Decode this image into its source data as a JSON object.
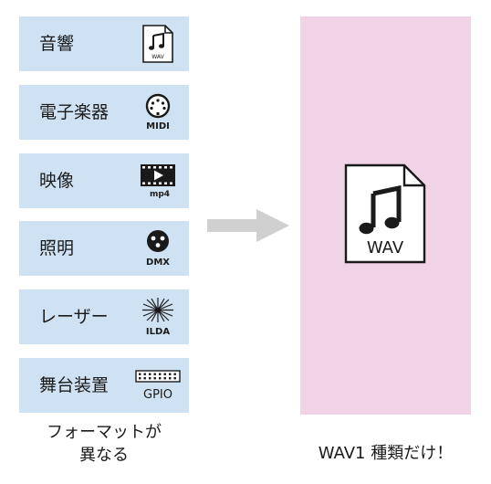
{
  "left_items": [
    {
      "label": "音響",
      "icon": "wav-file-icon",
      "icon_text": "WAV"
    },
    {
      "label": "電子楽器",
      "icon": "midi-connector-icon",
      "icon_text": "MIDI"
    },
    {
      "label": "映像",
      "icon": "video-film-icon",
      "icon_text": "mp4"
    },
    {
      "label": "照明",
      "icon": "dmx-connector-icon",
      "icon_text": "DMX"
    },
    {
      "label": "レーザー",
      "icon": "laser-burst-icon",
      "icon_text": "ILDA"
    },
    {
      "label": "舞台装置",
      "icon": "gpio-header-icon",
      "icon_text": "GPIO"
    }
  ],
  "left_caption": [
    "フォーマットが",
    "異なる"
  ],
  "right_caption": "WAV1 種類だけ！",
  "right_icon": {
    "icon": "wav-file-icon",
    "text": "WAV"
  },
  "colors": {
    "item_bg": "#cfe2f3",
    "panel_bg": "#f1d3e6",
    "arrow": "#d0d0d0"
  }
}
